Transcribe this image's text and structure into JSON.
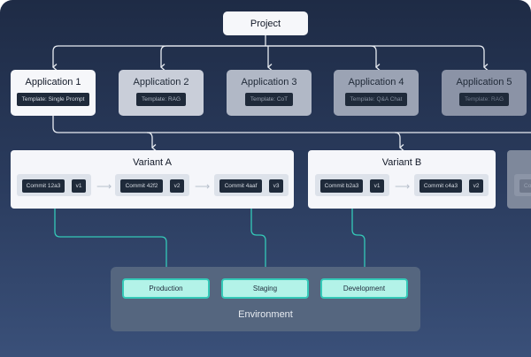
{
  "project": {
    "label": "Project"
  },
  "applications": [
    {
      "title": "Application 1",
      "template": "Template: Single Prompt",
      "bg": "#f6f7fa",
      "fg": "#111827",
      "tagfg": "#d6dbe3"
    },
    {
      "title": "Application 2",
      "template": "Template: RAG",
      "bg": "#c9ced9",
      "fg": "#1f2937",
      "tagfg": "#aab2bf"
    },
    {
      "title": "Application 3",
      "template": "Template: CoT",
      "bg": "#b1b8c6",
      "fg": "#1f2937",
      "tagfg": "#9aa2b0"
    },
    {
      "title": "Application 4",
      "template": "Template: Q&A Chat",
      "bg": "#9ba3b4",
      "fg": "#1f2937",
      "tagfg": "#8690a0"
    },
    {
      "title": "Application 5",
      "template": "Template: RAG",
      "bg": "#8b93a6",
      "fg": "#1f2937",
      "tagfg": "#707a8c"
    }
  ],
  "variants": [
    {
      "title": "Variant A",
      "commits": [
        {
          "id": "Commit 12a3",
          "version": "v1"
        },
        {
          "id": "Commit 42f2",
          "version": "v2"
        },
        {
          "id": "Commit 4aaf",
          "version": "v3"
        }
      ]
    },
    {
      "title": "Variant B",
      "commits": [
        {
          "id": "Commit b2a3",
          "version": "v1"
        },
        {
          "id": "Commit c4a3",
          "version": "v2"
        }
      ]
    },
    {
      "title": "",
      "commits": [
        {
          "id": "Commit",
          "version": ""
        }
      ]
    }
  ],
  "environment": {
    "label": "Environment",
    "items": [
      "Production",
      "Staging",
      "Development"
    ]
  },
  "colors": {
    "accent": "#34c9b8",
    "envchip": "#b3f3e8",
    "connector": "#e8ecf2"
  }
}
